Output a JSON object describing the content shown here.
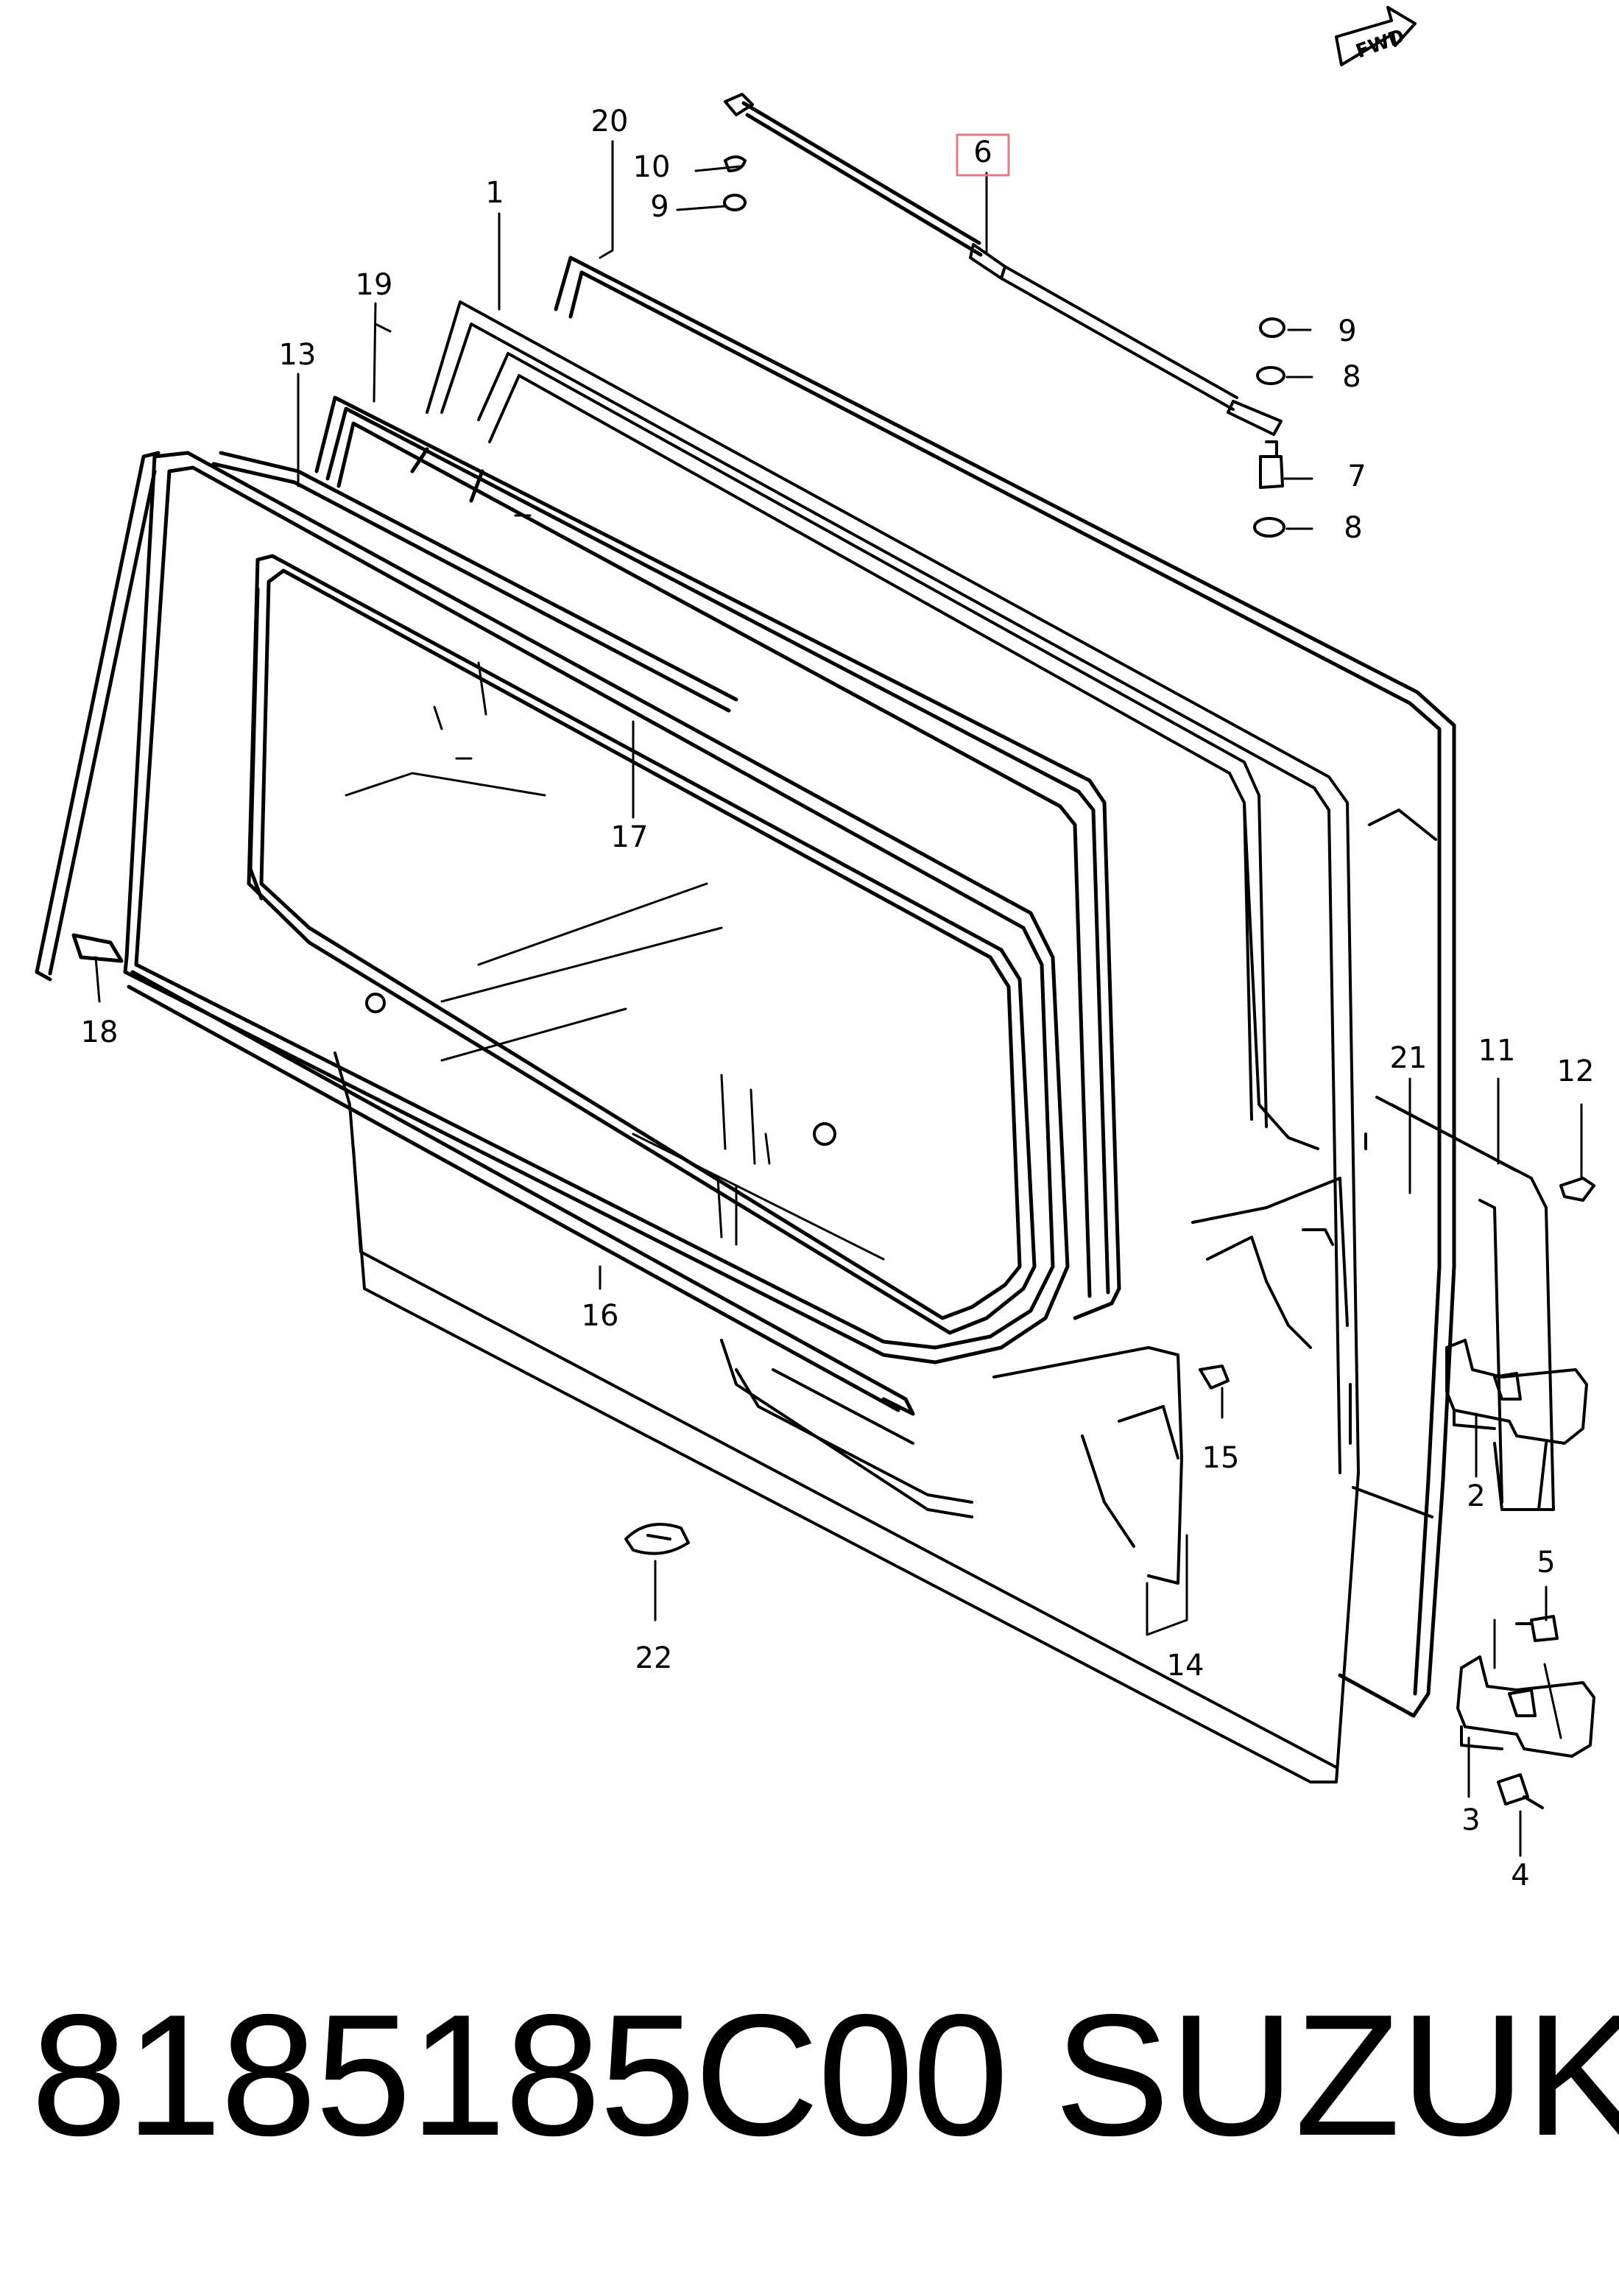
{
  "diagram": {
    "fwd_label": "FWD",
    "highlight_color": "#e27b85",
    "callouts": [
      "1",
      "2",
      "3",
      "4",
      "5",
      "6",
      "7",
      "8",
      "8",
      "9",
      "9",
      "10",
      "11",
      "12",
      "13",
      "14",
      "15",
      "16",
      "17",
      "18",
      "19",
      "20",
      "21",
      "22"
    ]
  },
  "footer": {
    "part_number": "8185185C00",
    "brand": "SUZUKI"
  }
}
